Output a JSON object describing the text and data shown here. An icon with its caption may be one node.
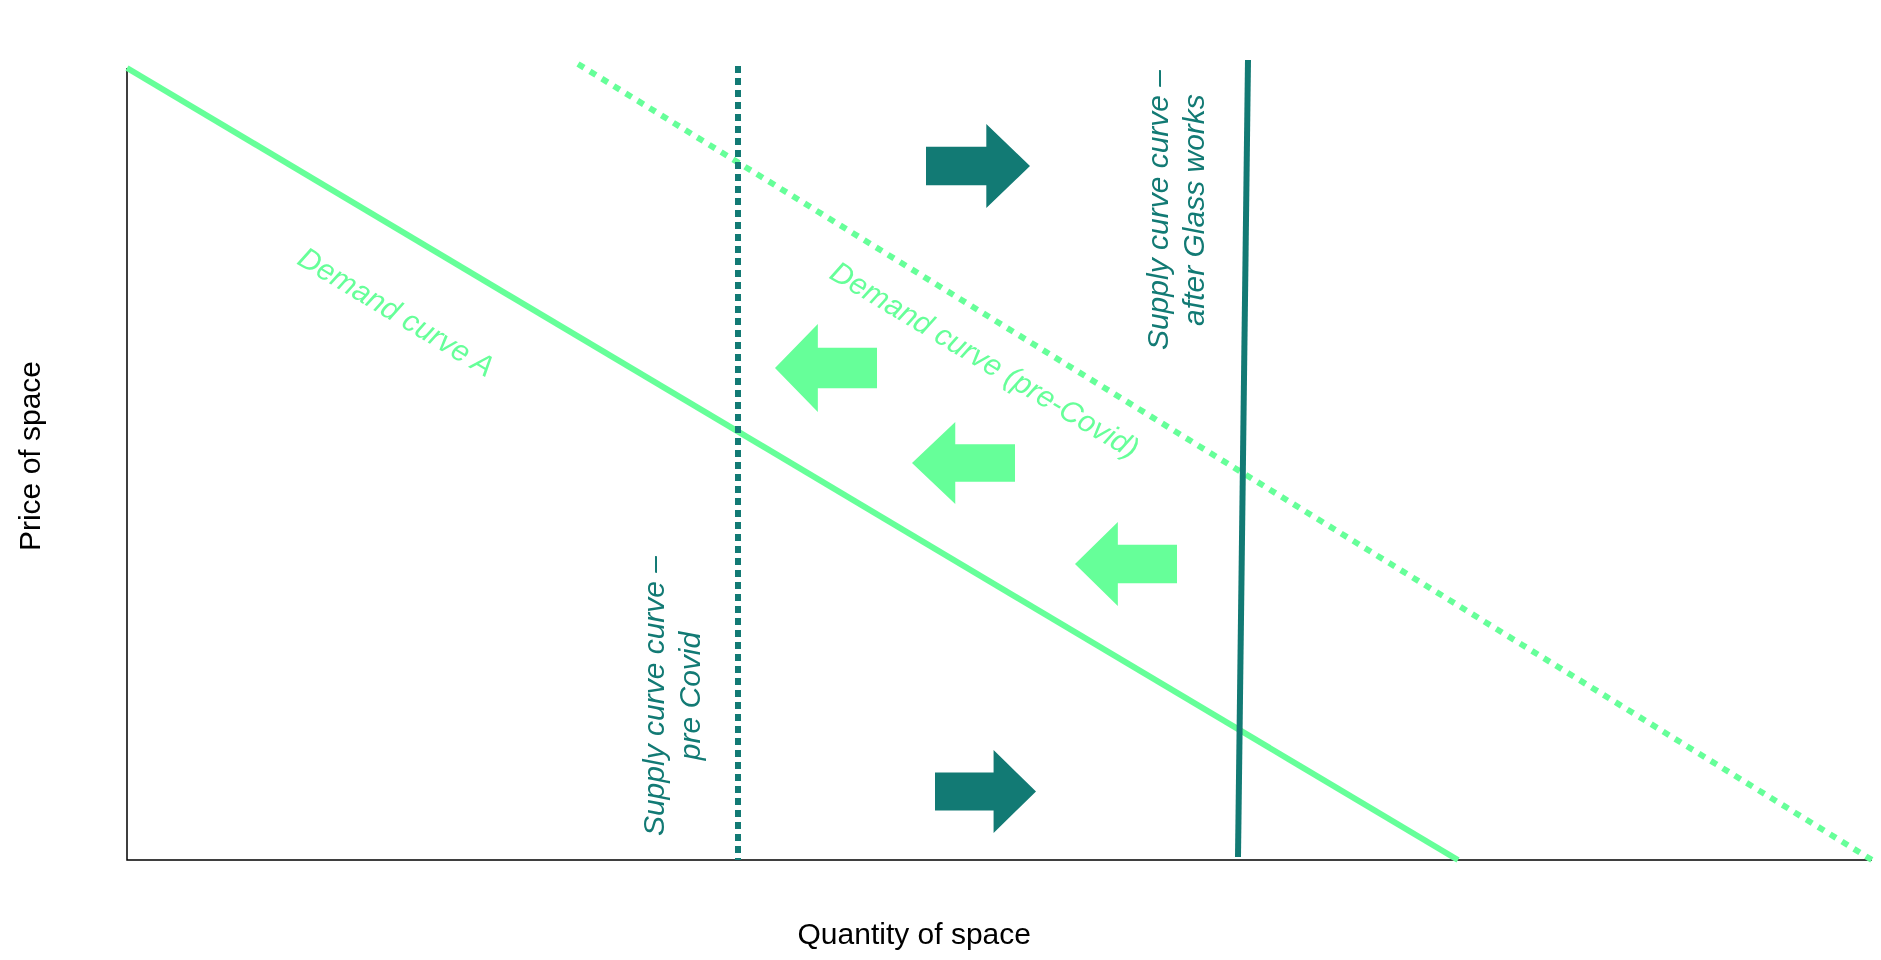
{
  "diagram": {
    "labels": [
      "Supply curve curve – after Glass works",
      "Demand curve A",
      "Demand curve (pre-Covid)",
      "Price of space",
      "Supply curve curve – pre Covid",
      "Quantity of space"
    ]
  }
}
